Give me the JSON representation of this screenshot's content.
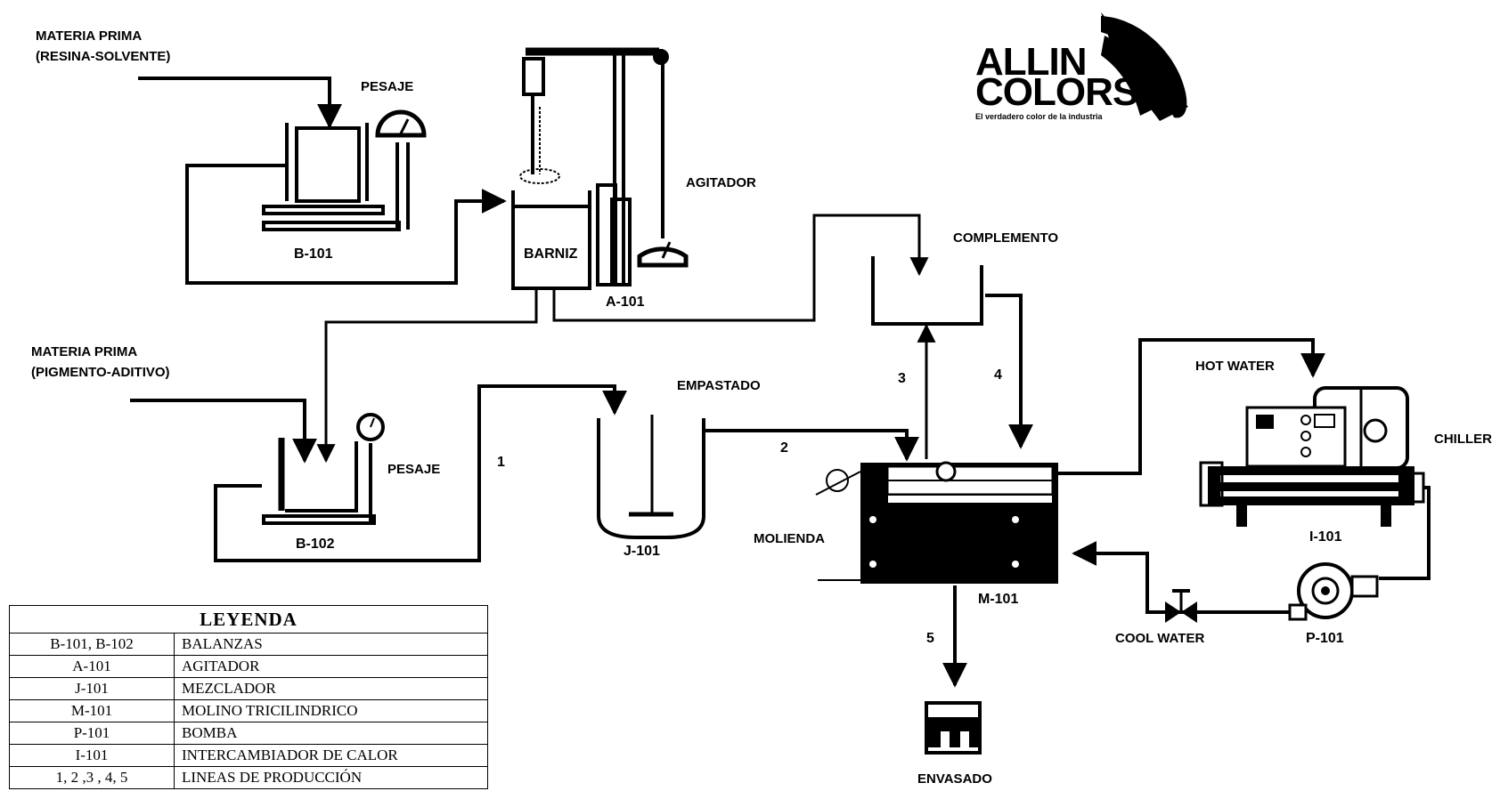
{
  "labels": {
    "materia_prima_1_l1": "MATERIA PRIMA",
    "materia_prima_1_l2": "(RESINA-SOLVENTE)",
    "pesaje_1": "PESAJE",
    "b101": "B-101",
    "barniz": "BARNIZ",
    "agitador": "AGITADOR",
    "a101": "A-101",
    "complemento": "COMPLEMENTO",
    "materia_prima_2_l1": "MATERIA PRIMA",
    "materia_prima_2_l2": "(PIGMENTO-ADITIVO)",
    "pesaje_2": "PESAJE",
    "b102": "B-102",
    "empastado": "EMPASTADO",
    "j101": "J-101",
    "molienda": "MOLIENDA",
    "m101": "M-101",
    "hot_water": "HOT WATER",
    "chiller": "CHILLER",
    "i101": "I-101",
    "cool_water": "COOL WATER",
    "p101": "P-101",
    "envasado": "ENVASADO",
    "line1": "1",
    "line2": "2",
    "line3": "3",
    "line4": "4",
    "line5": "5"
  },
  "logo": {
    "line1": "ALLIN",
    "line2": "COLORS",
    "tagline": "El verdadero color de la industria",
    "mark": "®"
  },
  "legend": {
    "title": "LEYENDA",
    "rows": [
      {
        "code": "B-101, B-102",
        "desc": "BALANZAS"
      },
      {
        "code": "A-101",
        "desc": "AGITADOR"
      },
      {
        "code": "J-101",
        "desc": "MEZCLADOR"
      },
      {
        "code": "M-101",
        "desc": "MOLINO TRICILINDRICO"
      },
      {
        "code": "P-101",
        "desc": "BOMBA"
      },
      {
        "code": "I-101",
        "desc": "INTERCAMBIADOR DE CALOR"
      },
      {
        "code": "1, 2 ,3 , 4, 5",
        "desc": "LINEAS DE PRODUCCIÓN"
      }
    ]
  }
}
